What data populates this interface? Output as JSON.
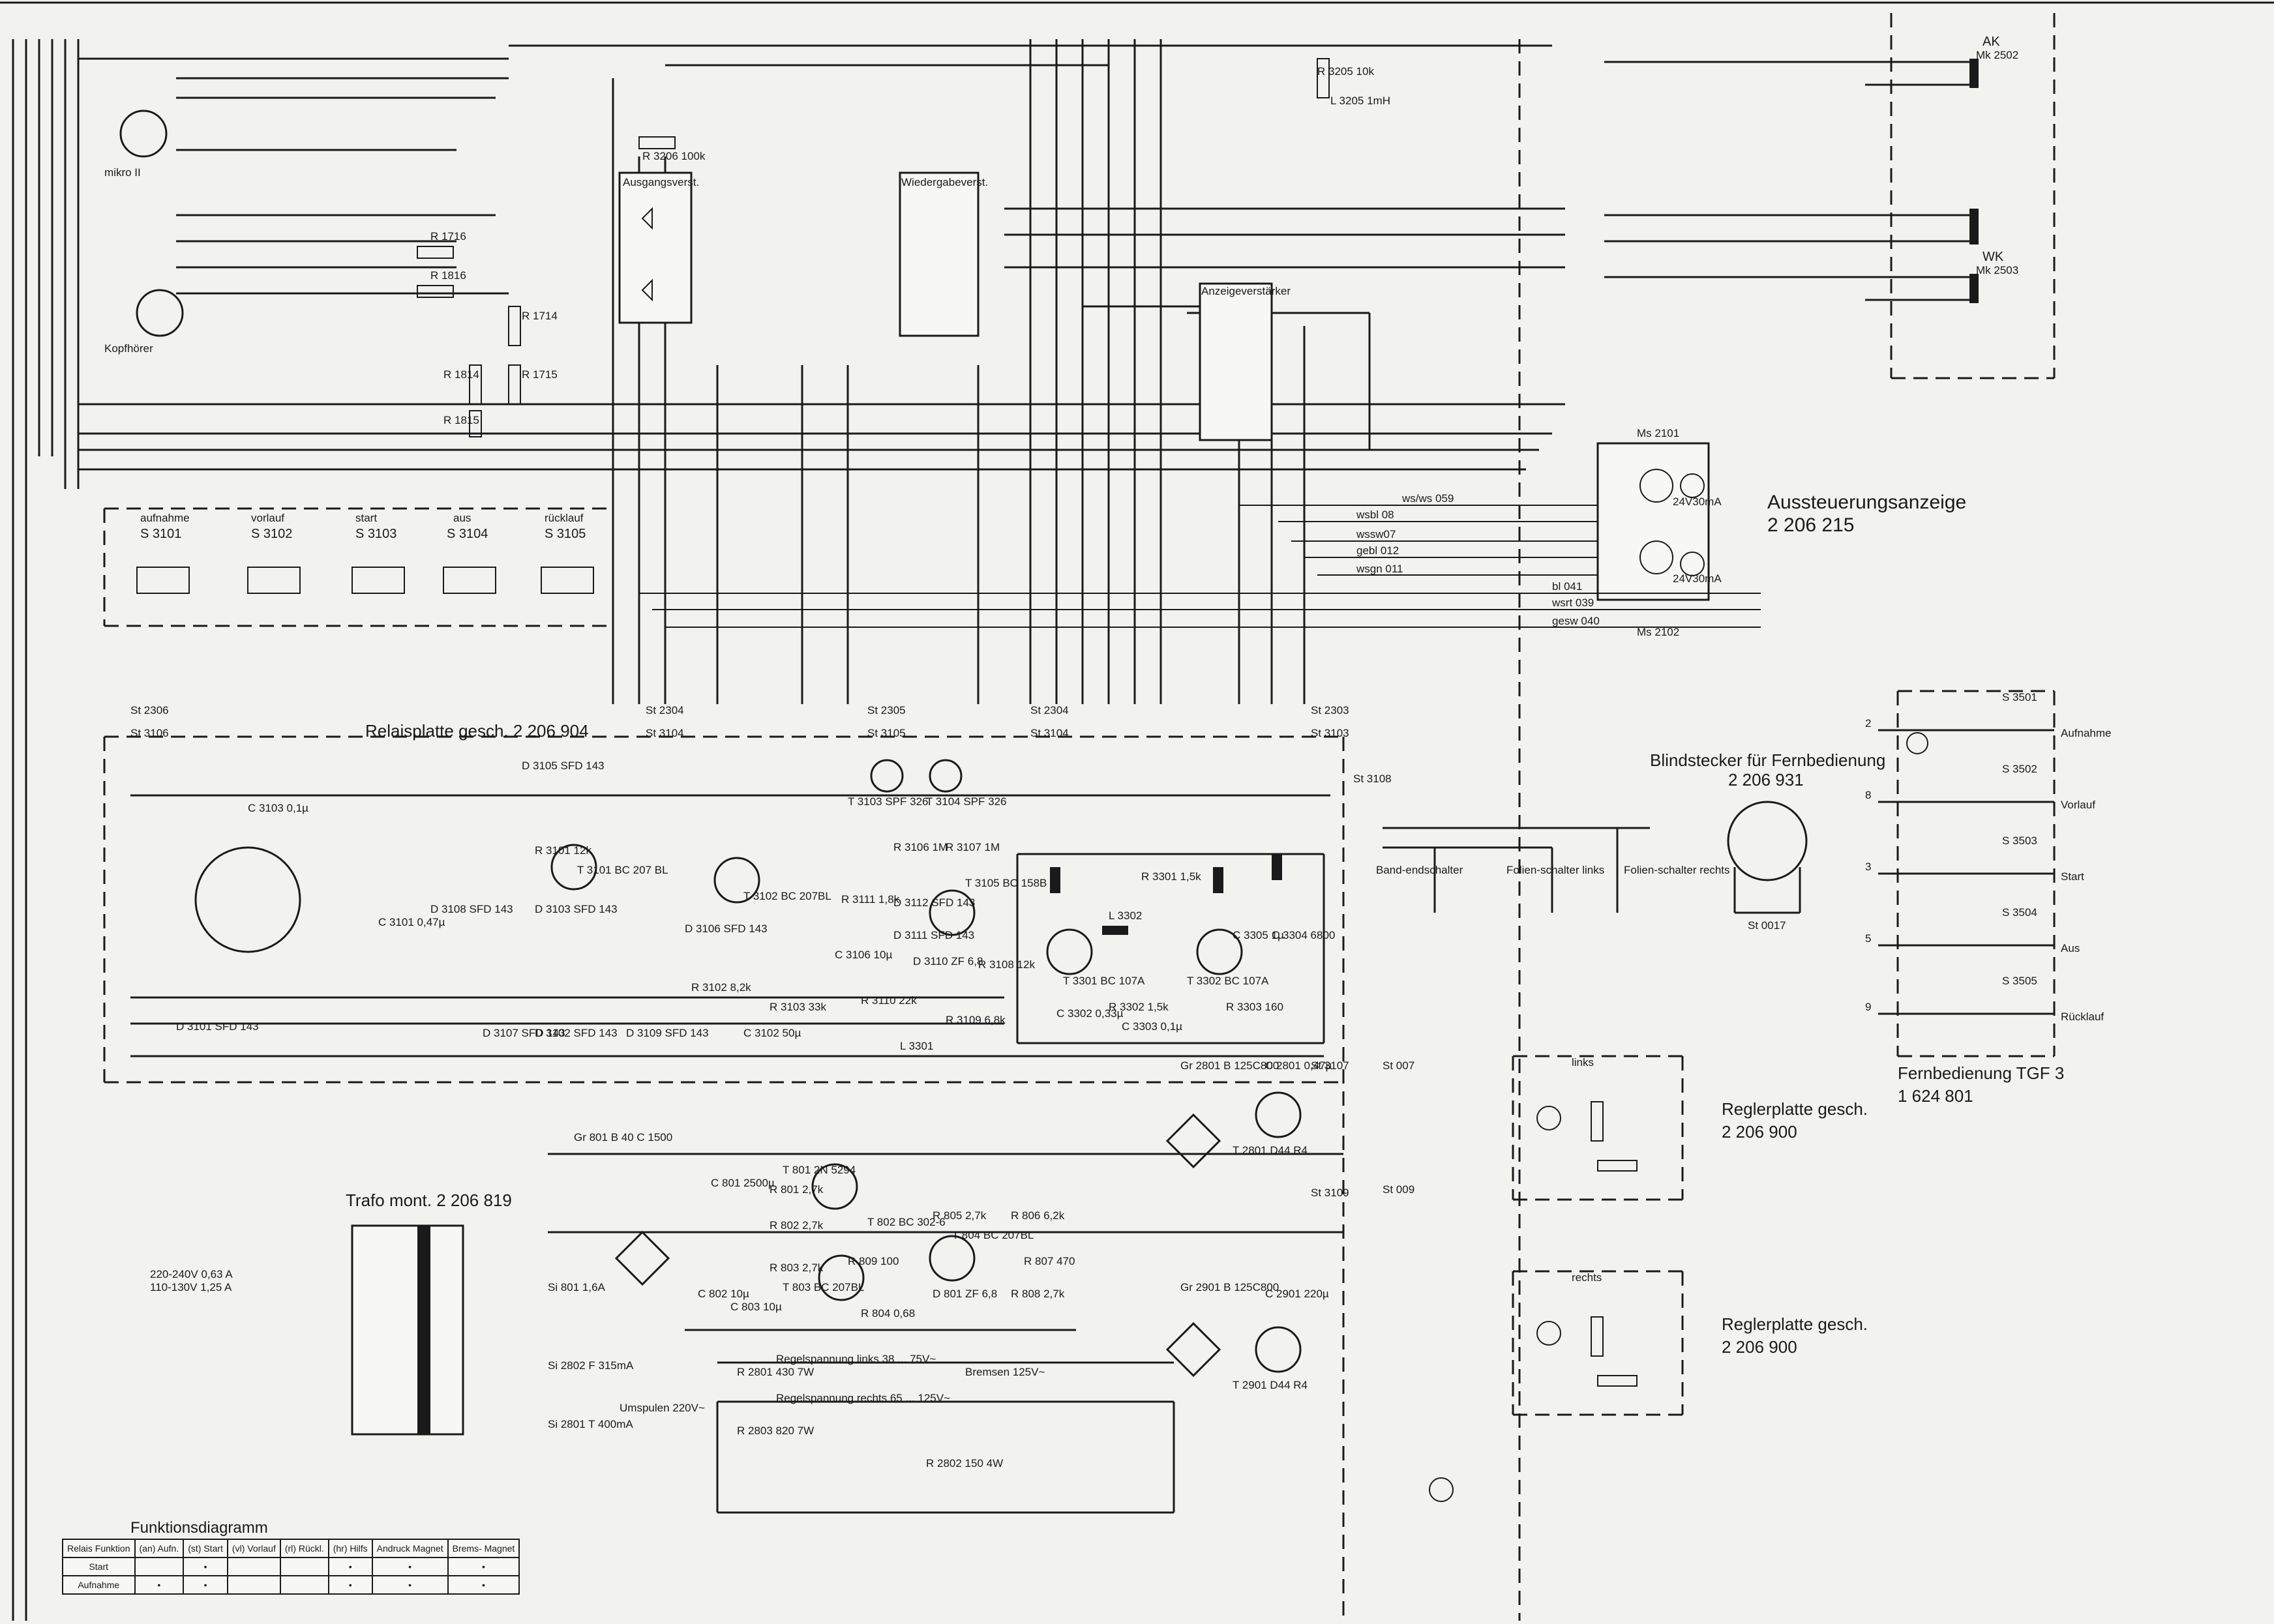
{
  "labels": {
    "relaisplatte": "Relaisplatte  gesch. 2 206 904",
    "trafo": "Trafo mont. 2 206 819",
    "aussteuerung": "Aussteuerungsanzeige",
    "aussteuerung_nr": "2 206 215",
    "blindstecker": "Blindstecker für Fernbedienung",
    "blindstecker_nr": "2 206 931",
    "fernbedienung": "Fernbedienung  TGF 3",
    "fernbedienung_nr": "1 624 801",
    "regler_1": "Reglerplatte  gesch.",
    "regler_1_nr": "2 206 900",
    "regler_2": "Reglerplatte  gesch.",
    "regler_2_nr": "2 206 900",
    "funktionsdiagramm": "Funktionsdiagramm",
    "ausgangsverst": "Ausgangsverst.",
    "wiedergabeverst": "Wiedergabeverst.",
    "anzeigeverst": "Anzeigeverstärker",
    "mikro": "mikro II",
    "kopfhoerer": "Kopfhörer",
    "ak": "AK",
    "ak_mk": "Mk 2502",
    "wk": "WK",
    "wk_mk": "Mk 2503",
    "mains": "220-240V 0,63 A",
    "mains2": "110-130V 1,25 A",
    "umspulen": "Umspulen 220V~",
    "bremsen": "Bremsen 125V~",
    "regel_links": "Regelspannung  links 38 ... 75V~",
    "regel_rechts": "Regelspannung  rechts 65 ... 125V~",
    "band_end": "Band-endschalter",
    "folien_links": "Folien-schalter links",
    "folien_rechts": "Folien-schalter rechts",
    "links": "links",
    "rechts": "rechts",
    "ms2101": "Ms 2101",
    "ms2102": "Ms 2102",
    "lamp": "24V30mA",
    "st0017": "St 0017"
  },
  "switches": [
    {
      "id": "S 3101",
      "name": "aufnahme"
    },
    {
      "id": "S 3102",
      "name": "vorlauf"
    },
    {
      "id": "S 3103",
      "name": "start"
    },
    {
      "id": "S 3104",
      "name": "aus"
    },
    {
      "id": "S 3105",
      "name": "rücklauf"
    }
  ],
  "remote_switches": [
    {
      "id": "S 3501",
      "name": "Aufnahme",
      "pin": "2"
    },
    {
      "id": "S 3502",
      "name": "Vorlauf",
      "pin": "8"
    },
    {
      "id": "S 3503",
      "name": "Start",
      "pin": "3"
    },
    {
      "id": "S 3504",
      "name": "Aus",
      "pin": "5"
    },
    {
      "id": "S 3505",
      "name": "Rücklauf",
      "pin": "9"
    }
  ],
  "aussteuer_wires": [
    "ws/ws 059",
    "wsbl 08",
    "wssw07",
    "gebl 012",
    "wsgn 011",
    "bl 041",
    "wsrt 039",
    "gesw 040"
  ],
  "connectors": [
    "St 2306",
    "St 3106",
    "St 2304",
    "St 3104",
    "St 2305",
    "St 3105",
    "St 2304",
    "St 3104",
    "St 2303",
    "St 3103",
    "St 3108",
    "St 3107",
    "St 007",
    "St 009",
    "St 3109"
  ],
  "components": {
    "transistors": [
      "T 3101\nBC 207 BL",
      "T 3102\nBC 207BL",
      "T 3103\nSPF 326",
      "T 3104\nSPF 326",
      "T 3105\nBC 158B",
      "T 3301\nBC 107A",
      "T 3302\nBC 107A",
      "T 801\n2N 5294",
      "T 802\nBC 302-6",
      "T 803\nBC 207BL",
      "T 804\nBC 207BL",
      "T 2801\nD44 R4",
      "T 2901\nD44 R4"
    ],
    "resistors": [
      "R 3101 12k",
      "R 3102 8,2k",
      "R 3103 33k",
      "R 3106 1M",
      "R 3107 1M",
      "R 3108 12k",
      "R 3109 6,8k",
      "R 3110 22k",
      "R 3111 1,8k",
      "R 3301 1,5k",
      "R 3302 1,5k",
      "R 3303 160",
      "R 801 2,7k",
      "R 802 2,7k",
      "R 803 2,7k",
      "R 804 0,68",
      "R 805 2,7k",
      "R 806 6,2k",
      "R 807 470",
      "R 808 2,7k",
      "R 809 100",
      "R 2801 430 7W",
      "R 2802 150 4W",
      "R 2803 820 7W",
      "R 1716",
      "R 1816",
      "R 1714",
      "R 1715",
      "R 1814",
      "R 1815",
      "R 3205 10k",
      "R 3206 100k"
    ],
    "capacitors": [
      "C 3103 0,1µ",
      "C 3101 0,47µ",
      "C 3102 50µ",
      "C 3106 10µ",
      "C 3302 0,33µ",
      "C 3303 0,1µ",
      "C 3304 6800",
      "C 3305 1µ",
      "C 801 2500µ",
      "C 802 10µ",
      "C 803 10µ",
      "C 2801 0,47µ",
      "C 2901 220µ"
    ],
    "diodes": [
      "D 3101 SFD 143",
      "D 3102 SFD 143",
      "D 3103 SFD 143",
      "D 3105 SFD 143",
      "D 3106 SFD 143",
      "D 3107 SFD 143",
      "D 3108 SFD 143",
      "D 3109 SFD 143",
      "D 3110 ZF 6,8",
      "D 3111 SFD 143",
      "D 3112 SFD 143",
      "D 801 ZF 6,8"
    ],
    "rectifiers": [
      "Gr 801\nB 40 C 1500",
      "Gr 2801\nB 125C800",
      "Gr 2901\nB 125C800"
    ],
    "fuses": [
      "Si 801 1,6A",
      "Si 2802 F 315mA",
      "Si 2801 T 400mA"
    ],
    "inductors": [
      "L 3301",
      "L 3302",
      "L 3205 1mH"
    ]
  },
  "function_table": {
    "headers": [
      "Relais\nFunktion",
      "Aufn.",
      "Start",
      "Vorlauf",
      "Rückl.",
      "Hilfs",
      "Andruck\nMagnet",
      "Brems-\nMagnet"
    ],
    "header_icons": [
      "",
      "(an)",
      "(st)",
      "(vl)",
      "(rl)",
      "(hr)",
      "",
      ""
    ],
    "rows": [
      {
        "name": "Start",
        "marks": [
          "",
          "•",
          "",
          "",
          "•",
          "•",
          "•"
        ]
      },
      {
        "name": "Aufnahme",
        "marks": [
          "•",
          "•",
          "",
          "",
          "•",
          "•",
          "•"
        ]
      }
    ]
  }
}
